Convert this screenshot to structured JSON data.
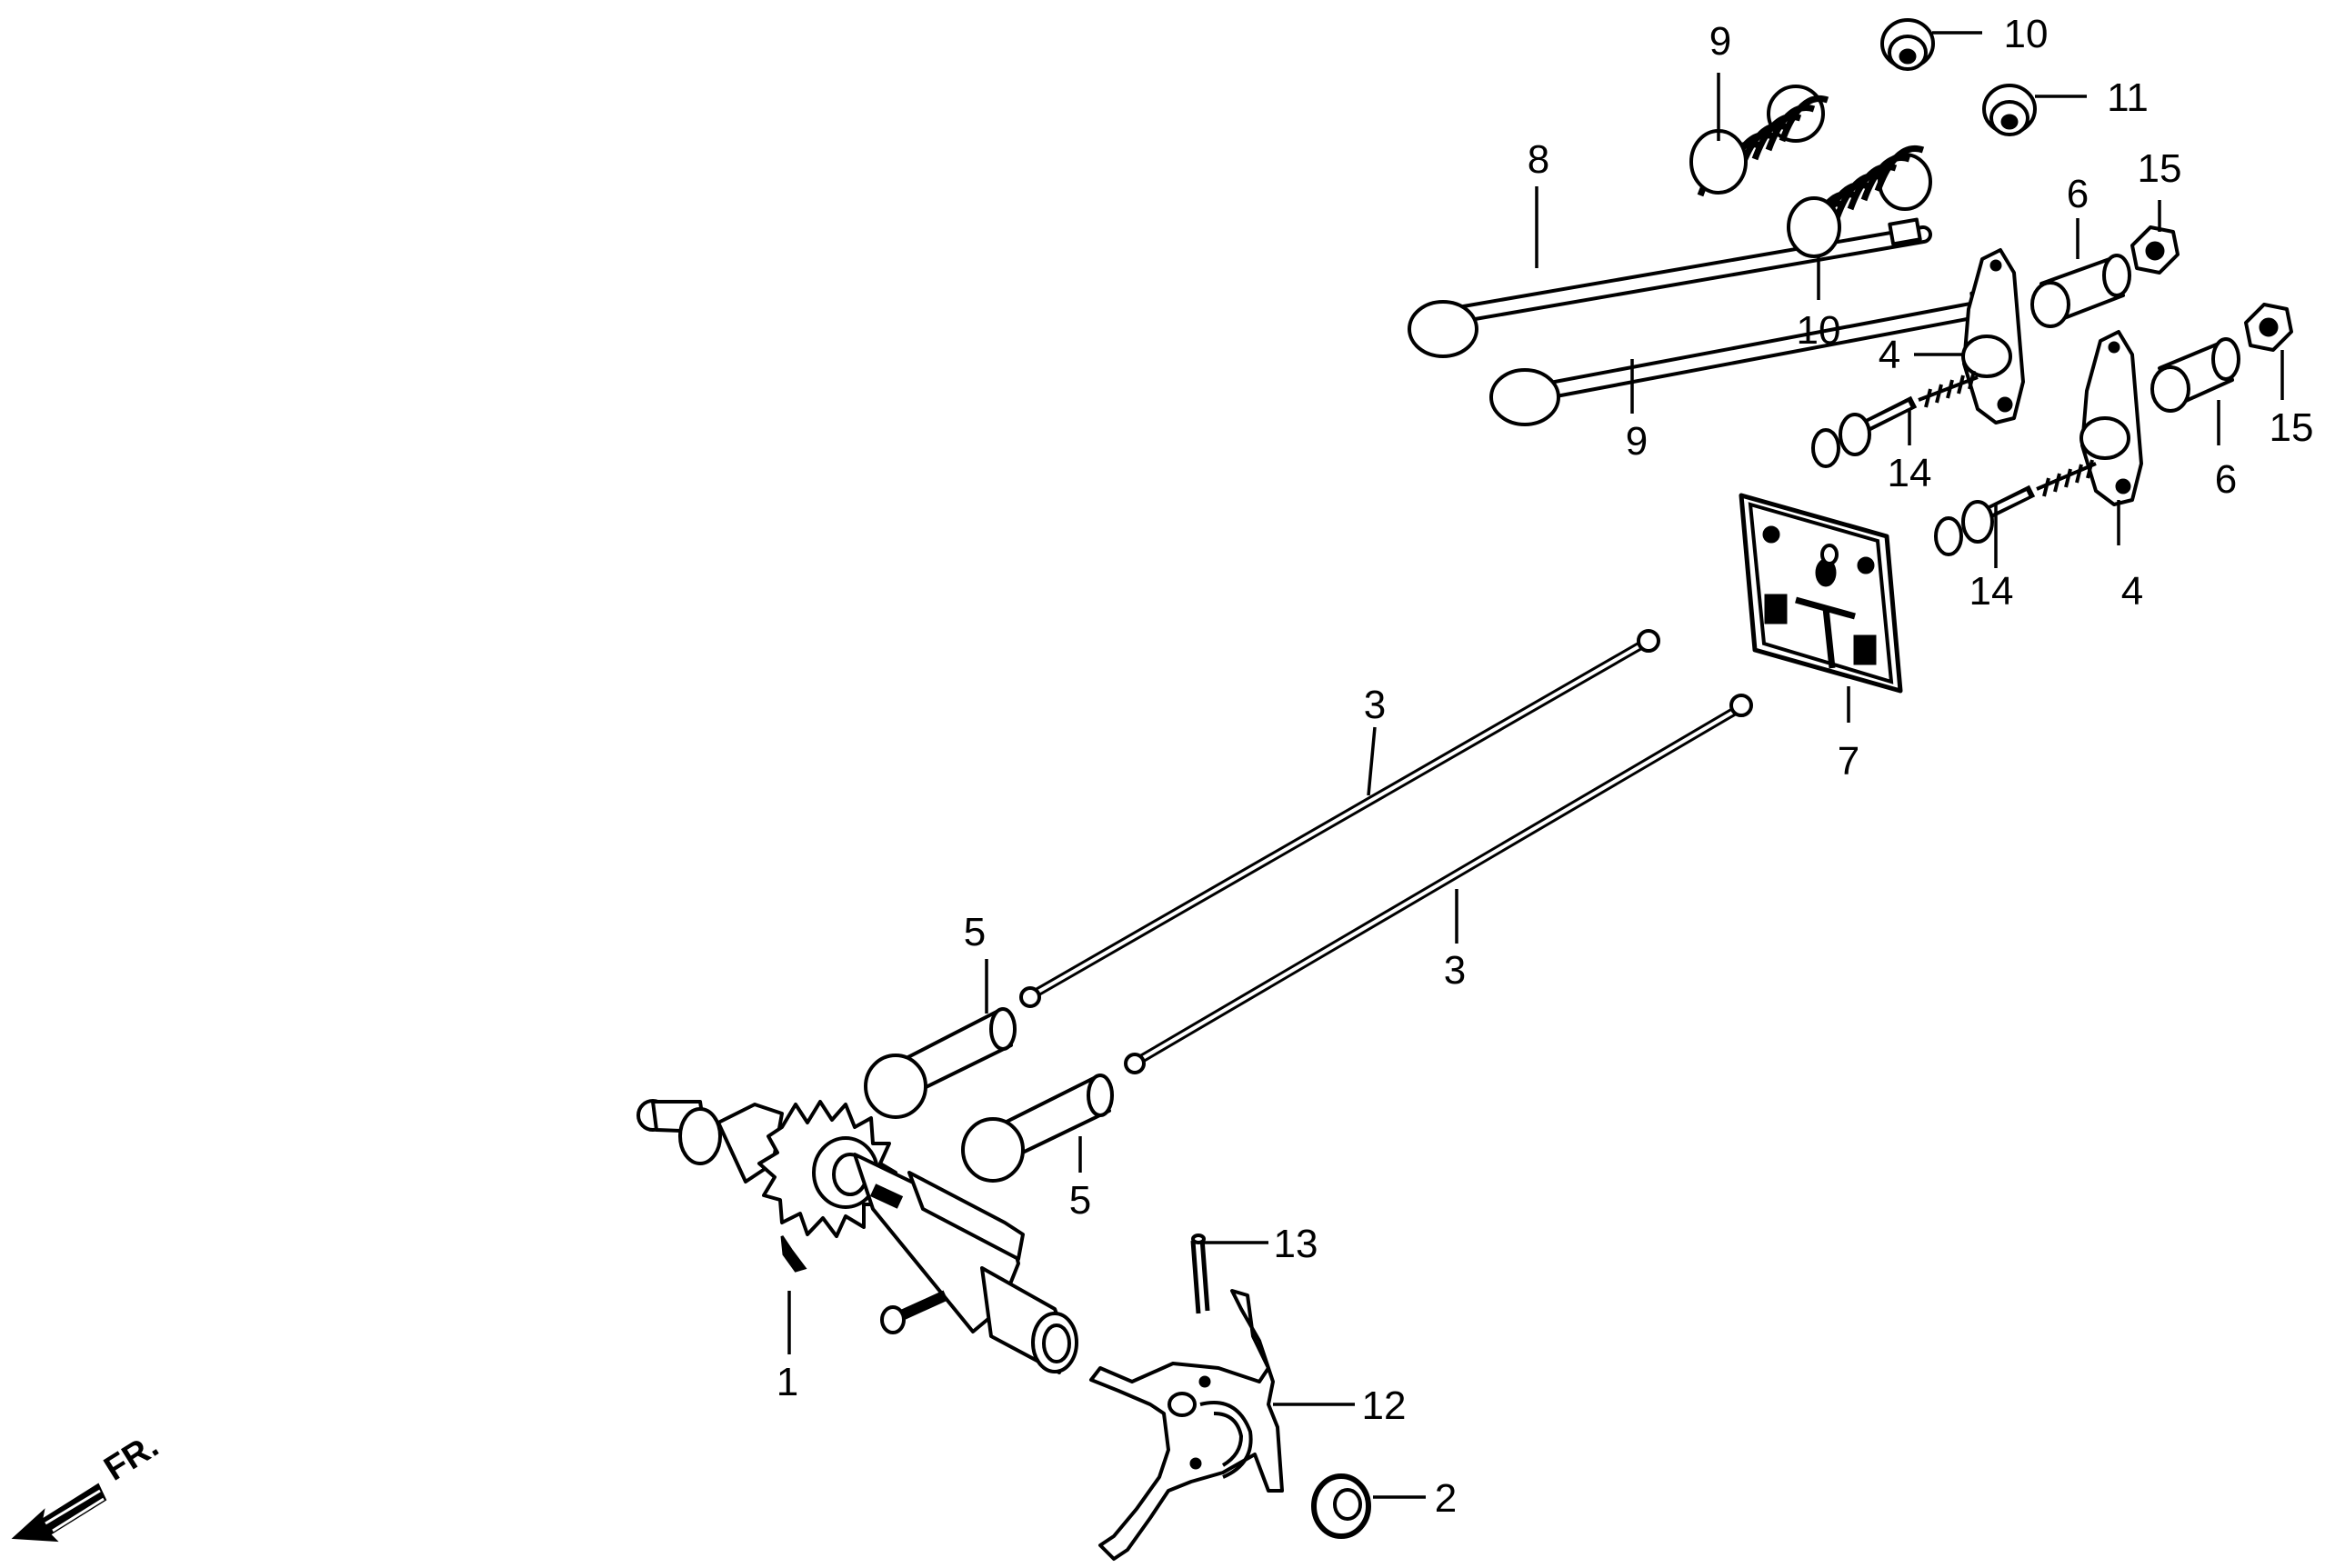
{
  "diagram": {
    "direction_label": "FR.",
    "callouts": [
      {
        "id": "c1",
        "label": "1"
      },
      {
        "id": "c2",
        "label": "2"
      },
      {
        "id": "c3a",
        "label": "3"
      },
      {
        "id": "c3b",
        "label": "3"
      },
      {
        "id": "c4a",
        "label": "4"
      },
      {
        "id": "c4b",
        "label": "4"
      },
      {
        "id": "c5a",
        "label": "5"
      },
      {
        "id": "c5b",
        "label": "5"
      },
      {
        "id": "c6a",
        "label": "6"
      },
      {
        "id": "c6b",
        "label": "6"
      },
      {
        "id": "c7",
        "label": "7"
      },
      {
        "id": "c8",
        "label": "8"
      },
      {
        "id": "c9a",
        "label": "9"
      },
      {
        "id": "c9b",
        "label": "9"
      },
      {
        "id": "c10a",
        "label": "10"
      },
      {
        "id": "c10b",
        "label": "10"
      },
      {
        "id": "c11",
        "label": "11"
      },
      {
        "id": "c12",
        "label": "12"
      },
      {
        "id": "c13",
        "label": "13"
      },
      {
        "id": "c14a",
        "label": "14"
      },
      {
        "id": "c14b",
        "label": "14"
      },
      {
        "id": "c15a",
        "label": "15"
      },
      {
        "id": "c15b",
        "label": "15"
      }
    ]
  }
}
